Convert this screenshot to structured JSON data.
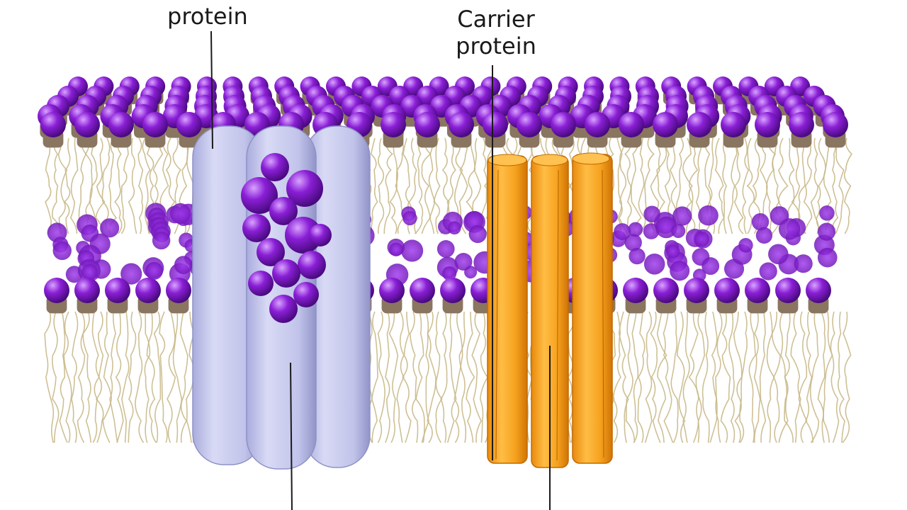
{
  "labels": {
    "protein": "protein",
    "carrier_line1": "Carrier",
    "carrier_line2": "protein"
  },
  "colors": {
    "head": "#8a1fd6",
    "head_dark": "#5b0d9a",
    "head_light": "#d9a3ff",
    "neck": "#8a7560",
    "tail": "#c9b98a",
    "channel": "#c4c6ec",
    "channel_dark": "#8f92c6",
    "carrier": "#f6a21f",
    "carrier_dark": "#d97d06",
    "line": "#1a1a1a"
  },
  "icons": {
    "phospholipid_head": "purple-sphere",
    "channel_protein": "lavender-cylinder-bundle",
    "carrier_protein": "orange-cylinder-bundle"
  }
}
